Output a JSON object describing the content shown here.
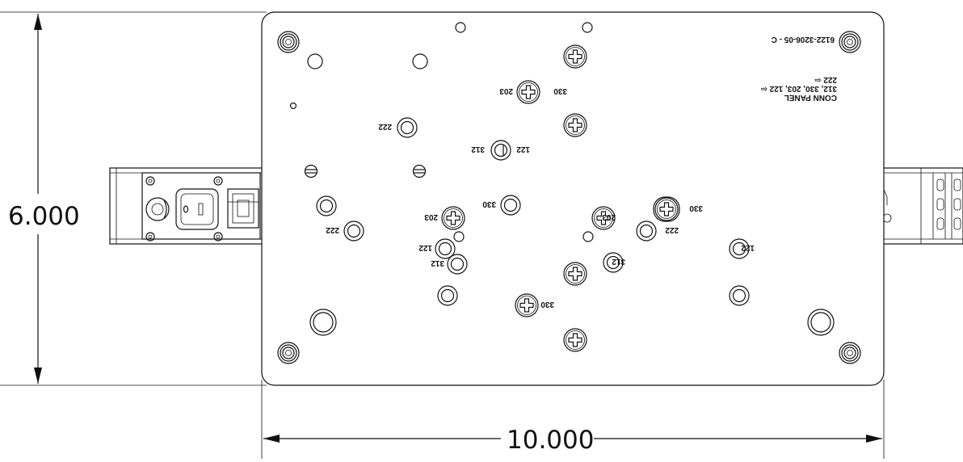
{
  "dimensions": {
    "height_label": "6.000",
    "width_label": "10.000"
  },
  "panel": {
    "part_number": "6122-3206-05 - C",
    "notes": [
      "CONN PANEL",
      "312, 330, 203, 122 ⇦",
      "222 ⇦"
    ]
  },
  "hole_labels": {
    "l203_top": "203",
    "l330_top": "330",
    "l222_upper": "222",
    "l312_upper": "312",
    "l122_upper": "122",
    "l330_mid": "330",
    "l203_left": "203",
    "l222_left": "222",
    "l122_left": "122",
    "l312_left": "312",
    "l203_right": "203",
    "l222_right": "222",
    "l330_right": "330",
    "l312_right": "312",
    "l122_right": "122",
    "l330_bottom": "330"
  },
  "colors": {
    "line": "#111111",
    "background": "#ffffff"
  },
  "icons": [
    "phillips-screw-icon",
    "grommet-icon",
    "clearance-hole-icon",
    "dimension-arrow-icon"
  ]
}
